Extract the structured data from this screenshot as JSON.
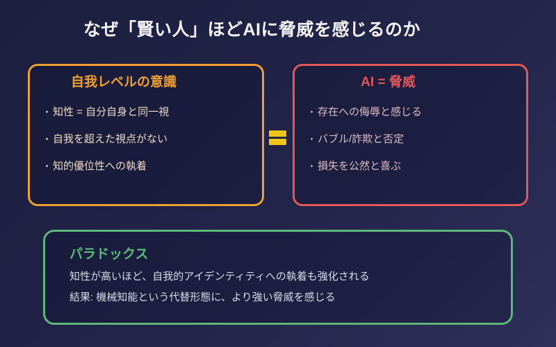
{
  "page": {
    "title": "なぜ「賢い人」ほどAIに脅威を感じるのか"
  },
  "bullet_char": "・",
  "connector": {
    "symbol": "=",
    "color": "#f1c516"
  },
  "left_box": {
    "title": "自我レベルの意識",
    "border_color": "#f0a032",
    "title_color": "#f0a032",
    "text_color": "#ead9c3",
    "items": [
      "知性 = 自分自身と同一視",
      "自我を超えた視点がない",
      "知的優位性への執着"
    ]
  },
  "right_box": {
    "title": "AI = 脅威",
    "border_color": "#e25757",
    "title_color": "#e25757",
    "text_color": "#ddbcc6",
    "items": [
      "存在への侮辱と感じる",
      "バブル/詐欺と否定",
      "損失を公然と喜ぶ"
    ]
  },
  "bottom_box": {
    "title": "パラドックス",
    "border_color": "#5cb878",
    "title_color": "#5cbd78",
    "text_color": "#d6dbe6",
    "lines": [
      "知性が高いほど、自我的アイデンティティへの執着も強化される",
      "結果: 機械知能という代替形態に、より強い脅威を感じる"
    ]
  },
  "colors": {
    "background_top_left": "#1d1f3f",
    "background_bottom_right": "#2e3059",
    "title_text": "#f4f4f6"
  }
}
